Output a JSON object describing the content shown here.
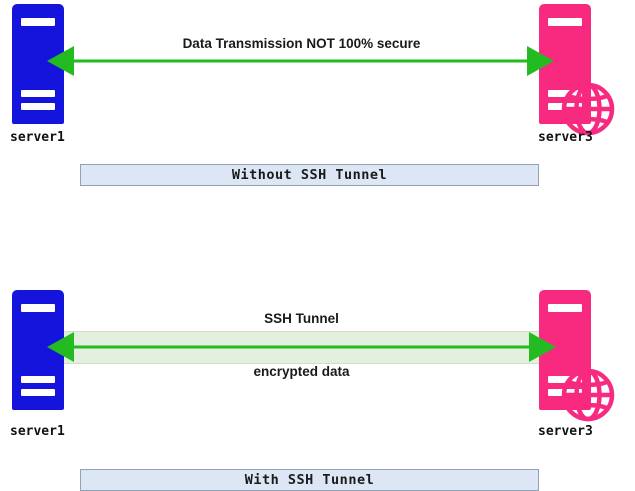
{
  "diagram": {
    "title": "SSH Tunnel comparison diagram",
    "colors": {
      "server_left": "#1414dc",
      "server_right": "#f72a7f",
      "arrow": "#22bb22",
      "tunnel_fill": "#e3f0df",
      "tunnel_border": "#cfe0c8",
      "caption_fill": "#dce6f5",
      "caption_border": "#93a1b5",
      "background": "#ffffff"
    },
    "sections": [
      {
        "id": "without-ssh-tunnel",
        "left_node": {
          "label": "server1",
          "icon": "server-tower-icon",
          "color": "#1414dc"
        },
        "right_node": {
          "label": "server3",
          "icon": "server-tower-globe-icon",
          "color": "#f72a7f"
        },
        "connection": {
          "label": "Data Transmission NOT 100% secure",
          "arrow": "double-headed-arrow-icon",
          "color": "#22bb22",
          "tunneled": false
        },
        "caption": "Without SSH Tunnel"
      },
      {
        "id": "with-ssh-tunnel",
        "left_node": {
          "label": "server1",
          "icon": "server-tower-icon",
          "color": "#1414dc"
        },
        "right_node": {
          "label": "server3",
          "icon": "server-tower-globe-icon",
          "color": "#f72a7f"
        },
        "connection": {
          "label_above": "SSH Tunnel",
          "label_below": "encrypted data",
          "arrow": "double-headed-arrow-icon",
          "color": "#22bb22",
          "tunneled": true,
          "tunnel_fill": "#e3f0df"
        },
        "caption": "With SSH Tunnel"
      }
    ]
  }
}
